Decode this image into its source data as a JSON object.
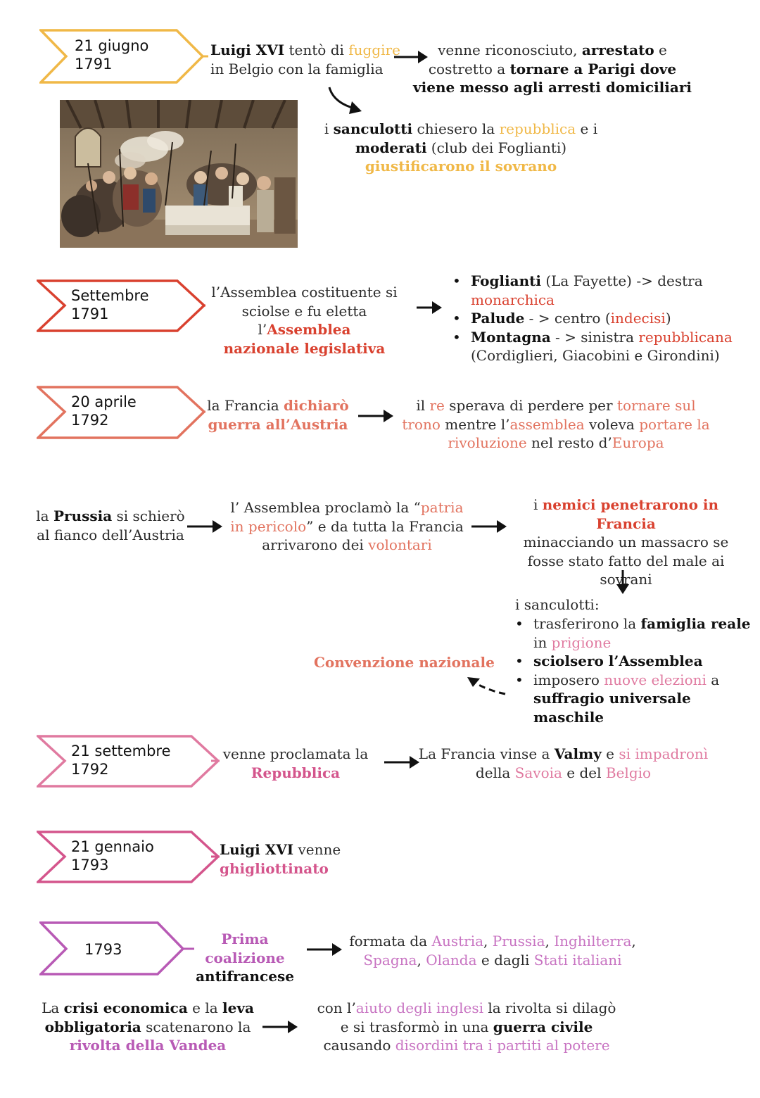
{
  "colors": {
    "yellow": "#f0b847",
    "red": "#d9412f",
    "salmon": "#e2735f",
    "pink": "#e07aa0",
    "pink_dark": "#d4558c",
    "magenta": "#b85ab5",
    "orchid": "#c874c2"
  },
  "icons": [
    "chevron-date-tag",
    "right-arrow",
    "down-arrow",
    "curved-arrow",
    "dashed-arrow",
    "bullet"
  ],
  "images": {
    "varennes_arrest": {
      "description_visible": "engraving of the arrest of Louis XVI"
    }
  },
  "t1": {
    "date_line1": "21 giugno",
    "date_line2": "1791",
    "s1": "Luigi XVI",
    "s2": " tentò di ",
    "s3": "fuggire",
    "s4": "in Belgio con la famiglia",
    "r1": "venne riconosciuto, ",
    "r2": "arrestato",
    "r3": " e",
    "r4": "costretto a ",
    "r5": "tornare a Parigi dove",
    "r6": "viene messo agli arresti domiciliari",
    "d1": "i ",
    "d2": "sanculotti",
    "d3": " chiesero la ",
    "d4": "repubblica",
    "d5": " e i",
    "d6": "moderati",
    "d7": " (club dei Foglianti)",
    "d8": "giustificarono il sovrano"
  },
  "t2": {
    "date_line1": "Settembre",
    "date_line2": "1791",
    "m1": "l’Assemblea costituente si",
    "m2": "sciolse e fu eletta l’",
    "m3": "Assemblea",
    "m4": "nazionale legislativa",
    "b1a": "Foglianti",
    "b1b": " (La Fayette) -> destra",
    "b1c": "monarchica",
    "b2a": "Palude",
    "b2b": " - > centro (",
    "b2c": "indecisi",
    "b2d": ")",
    "b3a": "Montagna",
    "b3b": " - > sinistra ",
    "b3c": "repubblicana",
    "b3d": "(Cordiglieri, Giacobini e Girondini)"
  },
  "t3": {
    "date_line1": "20 aprile",
    "date_line2": "1792",
    "m1": "la Francia ",
    "m2": "dichiarò",
    "m3": "guerra all’Austria",
    "r1": "il ",
    "r2": "re",
    "r3": " sperava di perdere per ",
    "r4": "tornare sul",
    "r5": "trono",
    "r6": " mentre l’",
    "r7": "assemblea",
    "r8": " voleva ",
    "r9": "portare la",
    "r10": "rivoluzione",
    "r11": " nel resto d’",
    "r12": "Europa"
  },
  "t4": {
    "l1": "la ",
    "l2": "Prussia",
    "l3": " si schierò",
    "l4": "al fianco dell’Austria",
    "m1": "l’ Assemblea proclamò la “",
    "m2": "patria",
    "m3": "in pericolo",
    "m4": "” e da tutta la Francia",
    "m5": "arrivarono dei ",
    "m6": "volontari",
    "r1": "i ",
    "r2": "nemici penetrarono in Francia",
    "r3": "minacciando un massacro se",
    "r4": "fosse stato fatto del male ai",
    "r5": "sovrani",
    "s_head": "i sanculotti:",
    "s1a": " trasferirono la ",
    "s1b": "famiglia reale",
    "s1c": "in ",
    "s1d": "prigione",
    "s2": "sciolsero l’Assemblea",
    "s3a": "imposero ",
    "s3b": "nuove elezioni",
    "s3c": " a",
    "s3d": "suffragio universale maschile",
    "conv": "Convenzione nazionale"
  },
  "t5": {
    "date_line1": "21 settembre",
    "date_line2": "1792",
    "m1": "venne proclamata la",
    "m2": "Repubblica",
    "r1": "La Francia vinse a ",
    "r2": "Valmy",
    "r3": " e  ",
    "r4": "si impadronì",
    "r5": "della ",
    "r6": "Savoia",
    "r7": " e del ",
    "r8": "Belgio"
  },
  "t6": {
    "date_line1": "21 gennaio",
    "date_line2": "1793",
    "m1": "Luigi XVI",
    "m2": " venne",
    "m3": "ghigliottinato"
  },
  "t7": {
    "date": "1793",
    "m1": "Prima coalizione",
    "m2": "antifrancese",
    "r1": "formata da ",
    "r2": "Austria",
    "r3": ", ",
    "r4": "Prussia",
    "r5": ", ",
    "r6": "Inghilterra",
    "r7": ",",
    "r8": "Spagna",
    "r9": ", ",
    "r10": "Olanda",
    "r11": " e dagli ",
    "r12": "Stati italiani"
  },
  "t8": {
    "l1": "La ",
    "l2": "crisi economica",
    "l3": " e la ",
    "l4": "leva",
    "l5": "obbligatoria",
    "l6": " scatenarono la",
    "l7": "rivolta della Vandea",
    "r1": "con l’",
    "r2": "aiuto degli inglesi",
    "r3": " la rivolta si dilagò",
    "r4": "e si  trasformò in una ",
    "r5": "guerra civile",
    "r6": "causando ",
    "r7": "disordini tra i partiti al potere"
  }
}
